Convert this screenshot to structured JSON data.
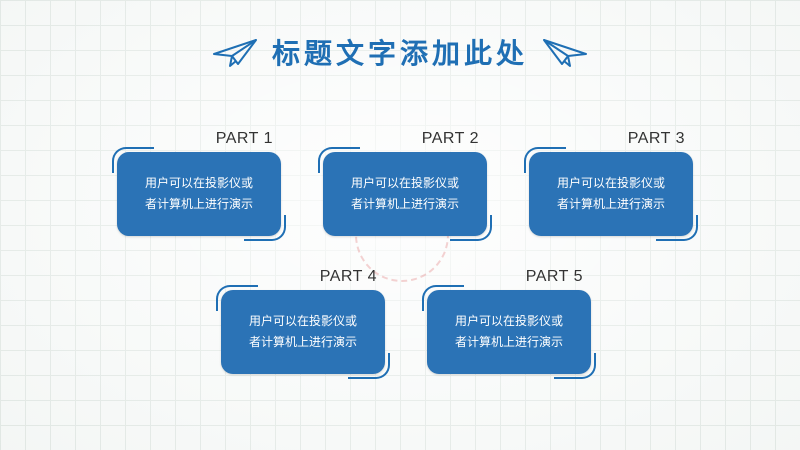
{
  "title": "标题文字添加此处",
  "colors": {
    "accent": "#1f6fb4",
    "card": "#2b73b6"
  },
  "icons": {
    "left": "paper-plane-icon",
    "right": "paper-plane-icon"
  },
  "cards": [
    {
      "label": "PART 1",
      "line1": "用户可以在投影仪或",
      "line2": "者计算机上进行演示"
    },
    {
      "label": "PART 2",
      "line1": "用户可以在投影仪或",
      "line2": "者计算机上进行演示"
    },
    {
      "label": "PART 3",
      "line1": "用户可以在投影仪或",
      "line2": "者计算机上进行演示"
    },
    {
      "label": "PART 4",
      "line1": "用户可以在投影仪或",
      "line2": "者计算机上进行演示"
    },
    {
      "label": "PART 5",
      "line1": "用户可以在投影仪或",
      "line2": "者计算机上进行演示"
    }
  ]
}
